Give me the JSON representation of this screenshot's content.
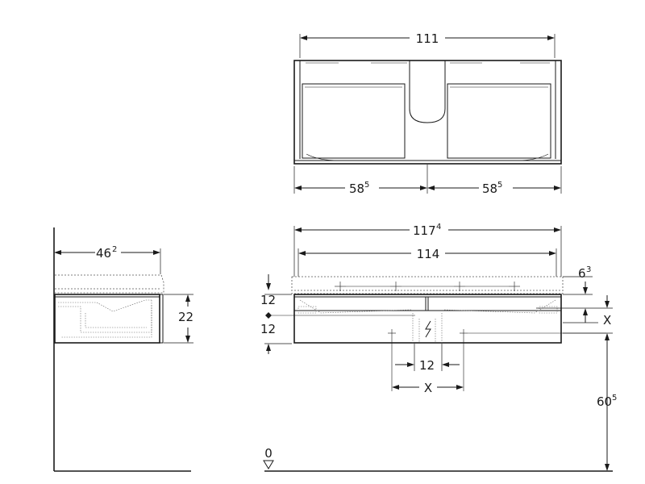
{
  "dimensions": {
    "top_width": "111",
    "top_left_half": "58",
    "top_left_half_sup": "5",
    "top_right_half": "58",
    "top_right_half_sup": "5",
    "front_overall": "117",
    "front_overall_sup": "4",
    "front_inner": "114",
    "front_top_offset": "6",
    "front_top_offset_sup": "3",
    "front_left_upper": "12",
    "front_left_lower": "12",
    "front_right_x": "X",
    "front_center_12": "12",
    "front_center_x": "X",
    "front_height": "60",
    "front_height_sup": "5",
    "floor_zero": "0",
    "side_depth": "46",
    "side_depth_sup": "2",
    "side_height": "22"
  }
}
